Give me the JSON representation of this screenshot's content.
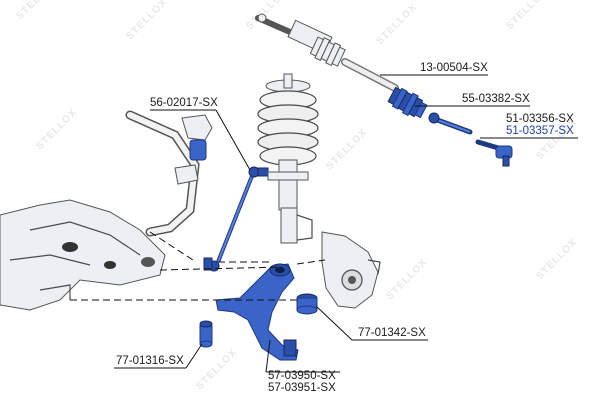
{
  "watermark": {
    "text": "STELLOX"
  },
  "parts": [
    {
      "id": "13-00504-SX",
      "label": "13-00504-SX"
    },
    {
      "id": "55-03382-SX",
      "label": "55-03382-SX"
    },
    {
      "id": "51-03356-SX",
      "label": "51-03356-SX"
    },
    {
      "id": "51-03357-SX",
      "label": "51-03357-SX"
    },
    {
      "id": "56-02017-SX",
      "label": "56-02017-SX"
    },
    {
      "id": "77-01342-SX",
      "label": "77-01342-SX"
    },
    {
      "id": "77-01316-SX",
      "label": "77-01316-SX"
    },
    {
      "id": "57-03950-SX",
      "label": "57-03950-SX"
    },
    {
      "id": "57-03951-SX",
      "label": "57-03951-SX"
    }
  ],
  "colors": {
    "highlight_link": "#1a3fa8",
    "part_blue": "#3b64c8",
    "watermark": "#e8e8e8"
  }
}
